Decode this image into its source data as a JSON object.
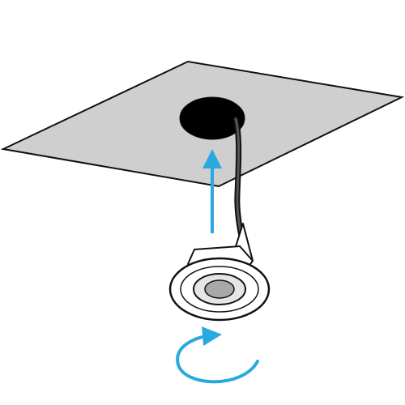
{
  "diagram": {
    "colors": {
      "ceiling_fill": "#cfcfcf",
      "outline": "#111111",
      "hole_fill": "#000000",
      "cable": "#555555",
      "arrow": "#2aa8e0",
      "light_body": "#ffffff",
      "lens_outer": "#e6e6e6",
      "lens_inner": "#a8a8a8"
    },
    "parts": [
      {
        "name": "ceiling-panel"
      },
      {
        "name": "cutout-hole"
      },
      {
        "name": "power-cable"
      },
      {
        "name": "spring-clip"
      },
      {
        "name": "recessed-downlight"
      },
      {
        "name": "insert-up-arrow"
      },
      {
        "name": "rotate-arrow"
      }
    ]
  }
}
